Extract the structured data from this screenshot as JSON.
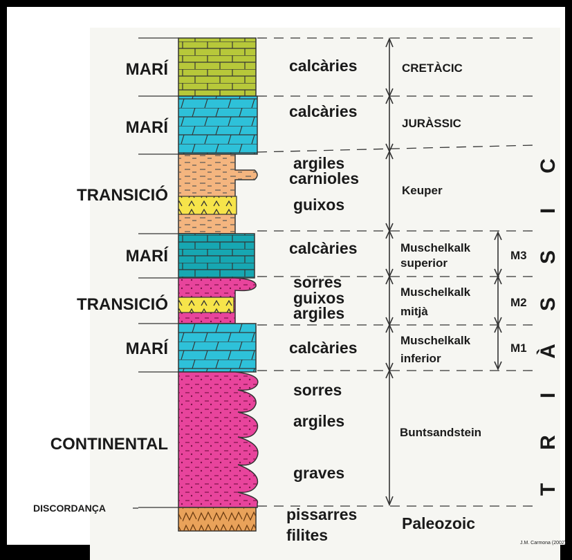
{
  "environments": [
    "MARÍ",
    "MARÍ",
    "TRANSICIÓ",
    "MARÍ",
    "TRANSICIÓ",
    "MARÍ",
    "CONTINENTAL",
    "DISCORDANÇA"
  ],
  "lithologies": [
    "calcàries",
    "calcàries",
    "argiles",
    "carnioles",
    "guixos",
    "calcàries",
    "sorres",
    "guixos",
    "argiles",
    "calcàries",
    "sorres",
    "argiles",
    "graves",
    "pissarres",
    "filites"
  ],
  "units": [
    "CRETÀCIC",
    "JURÀSSIC",
    "Keuper",
    "Muschelkalk",
    "superior",
    "Muschelkalk",
    "mitjà",
    "Muschelkalk",
    "inferior",
    "Buntsandstein",
    "Paleozoic"
  ],
  "subunits": [
    "M3",
    "M2",
    "M1"
  ],
  "period_letters": [
    "C",
    "I",
    "S",
    "À",
    "I",
    "R",
    "T"
  ],
  "credit": "J.M. Carmona (2002)",
  "colors": {
    "limestone_green": "#b7c83a",
    "limestone_cyan": "#2ec1d9",
    "limestone_teal": "#17a7b2",
    "clay_orange": "#f4b57f",
    "gypsum_yellow": "#f6e44a",
    "sandstone_magenta": "#e8449c",
    "paleozoic_orange": "#e9a25a"
  }
}
